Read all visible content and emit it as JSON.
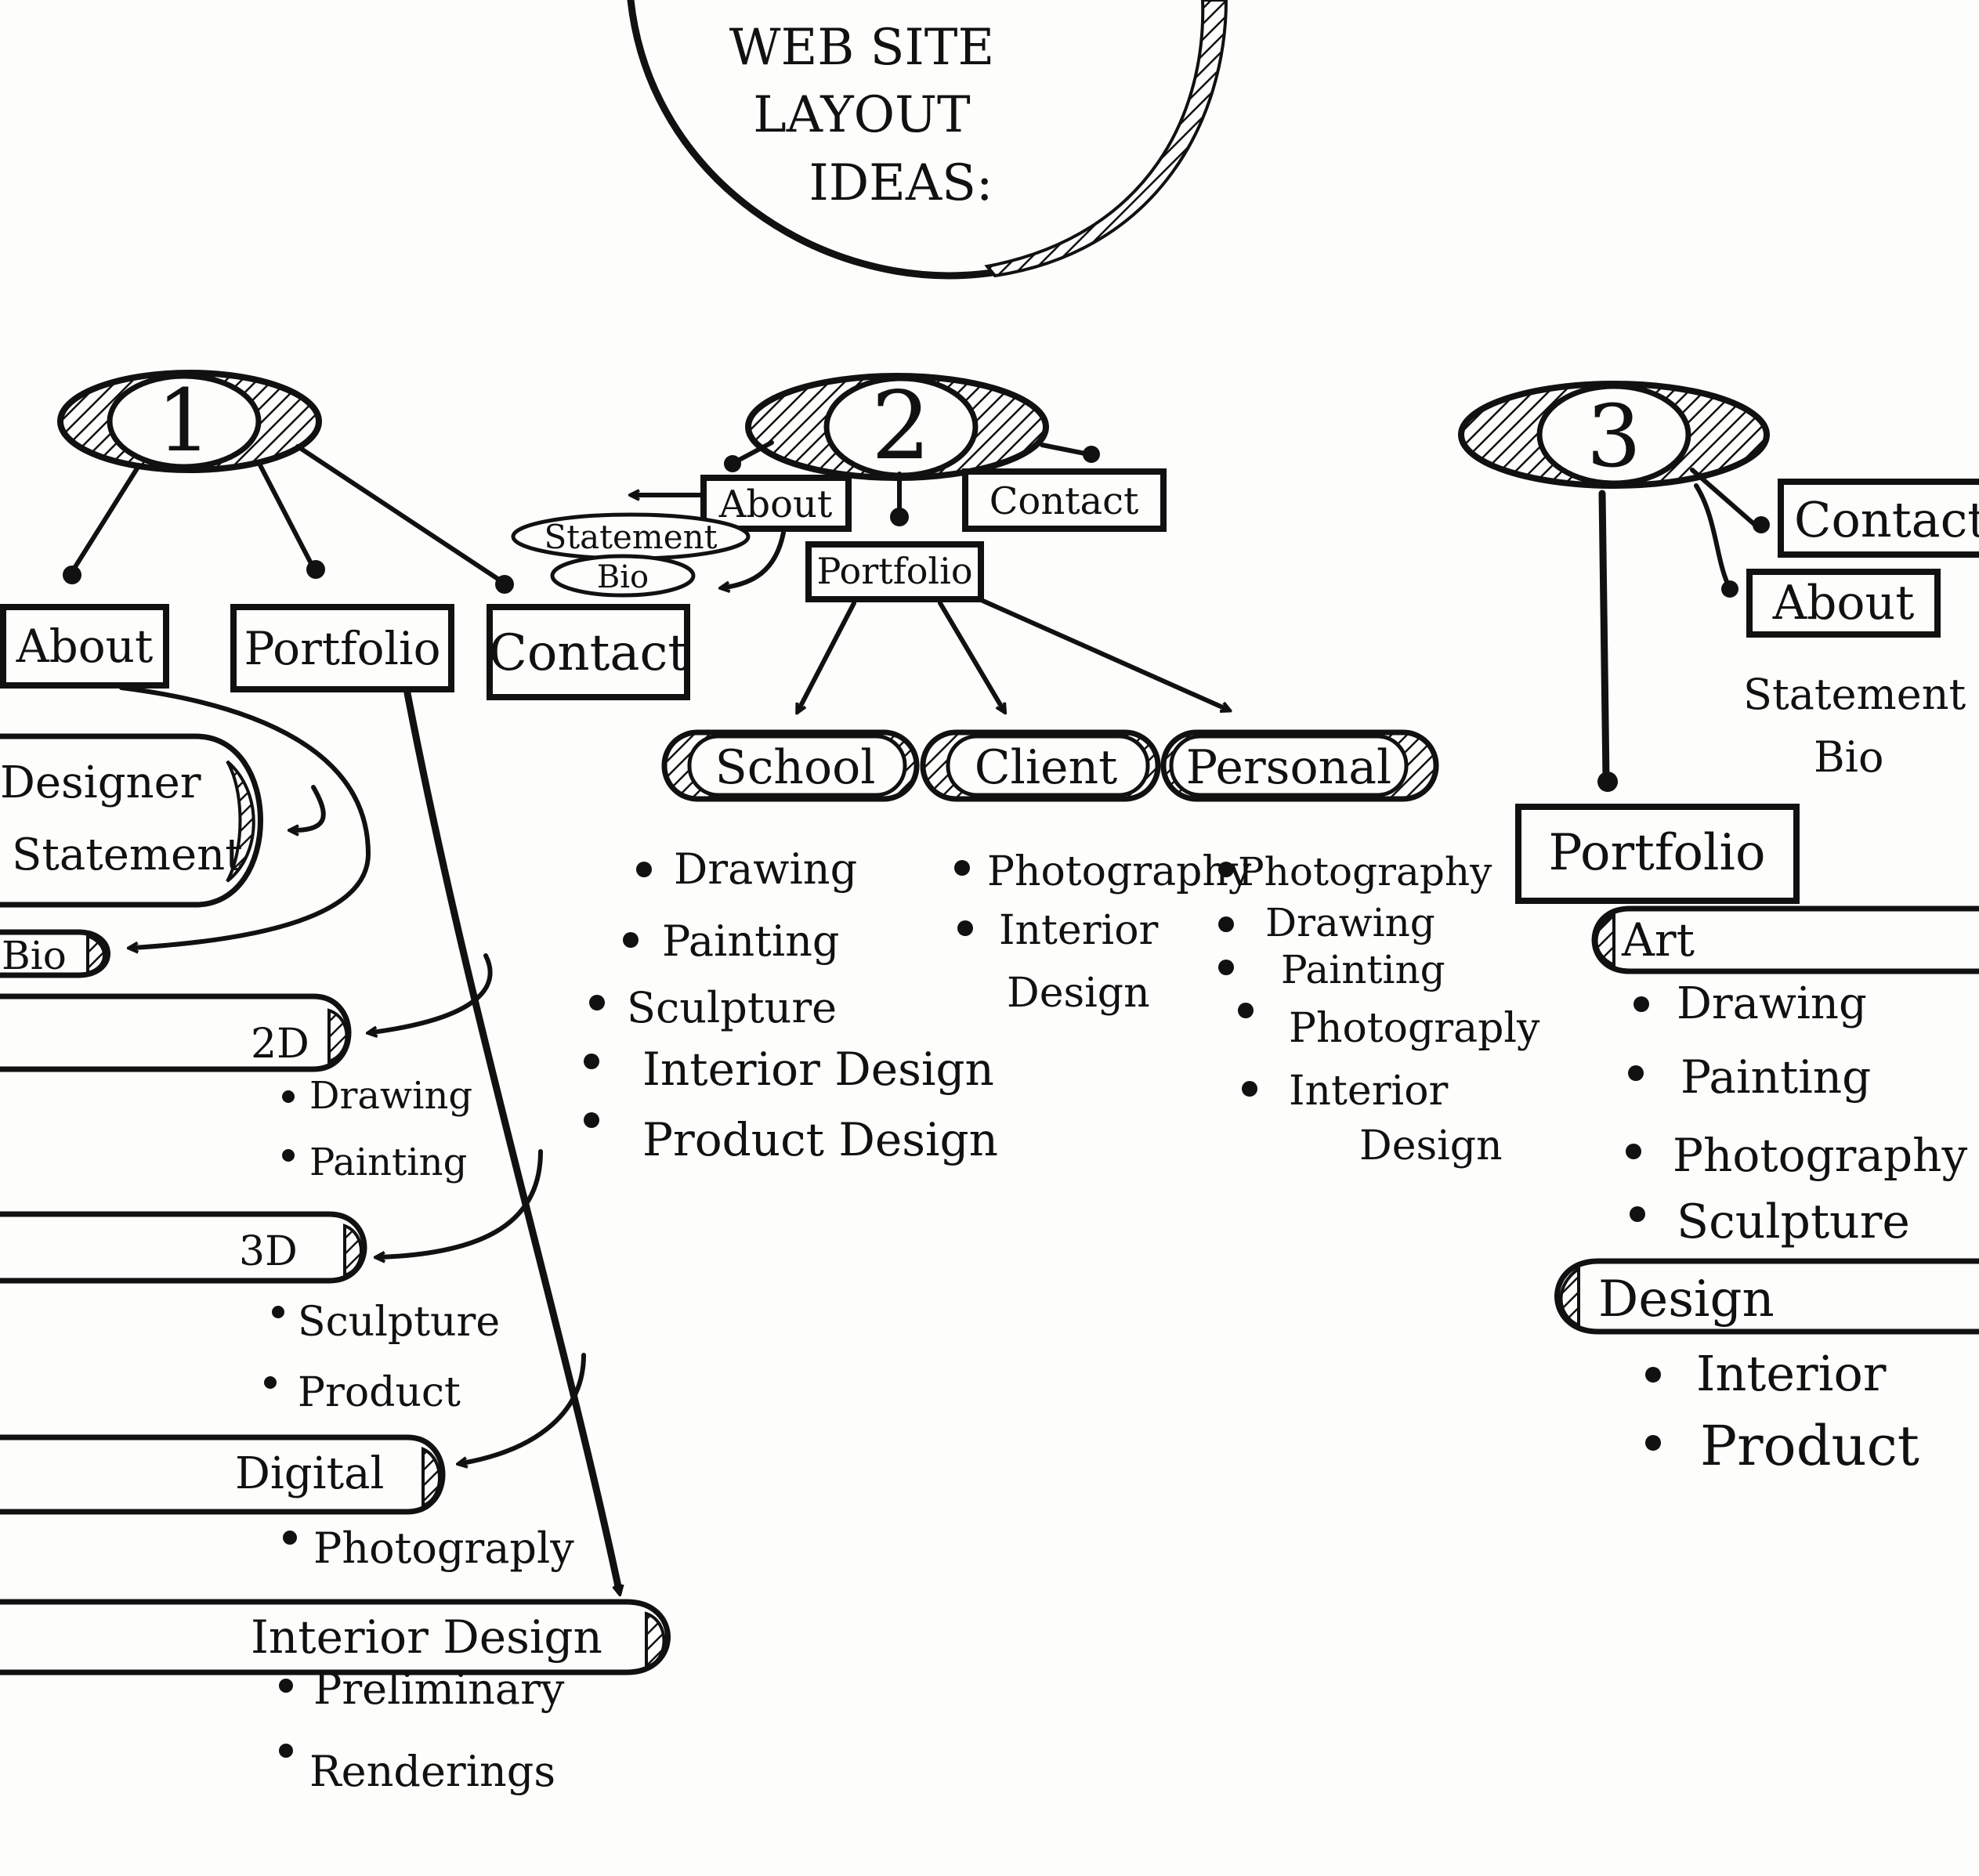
{
  "title": {
    "line1": "WEB SITE",
    "line2": "LAYOUT",
    "line3": "IDEAS:"
  },
  "layout1": {
    "number": "1",
    "nodes": {
      "about": "About",
      "portfolio": "Portfolio",
      "contact": "Contact"
    },
    "about_items": {
      "designer": "Designer",
      "statement": "Statement",
      "bio": "Bio"
    },
    "sections": [
      {
        "label": "2D",
        "items": [
          "Drawing",
          "Painting"
        ]
      },
      {
        "label": "3D",
        "items": [
          "Sculpture",
          "Product"
        ]
      },
      {
        "label": "Digital",
        "items": [
          "Photograply"
        ]
      },
      {
        "label": "Interior Design",
        "items": [
          "Preliminary",
          "Renderings"
        ]
      }
    ]
  },
  "layout2": {
    "number": "2",
    "nodes": {
      "about": "About",
      "contact": "Contact",
      "portfolio": "Portfolio"
    },
    "about_items": {
      "statement": "Statement",
      "bio": "Bio"
    },
    "categories": [
      {
        "label": "School",
        "items": [
          "Drawing",
          "Painting",
          "Sculpture",
          "Interior Design",
          "Product Design"
        ]
      },
      {
        "label": "Client",
        "items": [
          "Photography",
          "Interior",
          "Design"
        ]
      },
      {
        "label": "Personal",
        "items": [
          "Photography",
          "Drawing",
          "Painting",
          "Photograply",
          "Interior",
          "Design"
        ]
      }
    ]
  },
  "layout3": {
    "number": "3",
    "nodes": {
      "contact": "Contact",
      "about": "About",
      "portfolio": "Portfolio"
    },
    "about_text": {
      "statement": "Statement",
      "bio": "Bio"
    },
    "groups": [
      {
        "label": "Art",
        "items": [
          "Drawing",
          "Painting",
          "Photography",
          "Sculpture"
        ]
      },
      {
        "label": "Design",
        "items": [
          "Interior",
          "Product"
        ]
      }
    ]
  }
}
